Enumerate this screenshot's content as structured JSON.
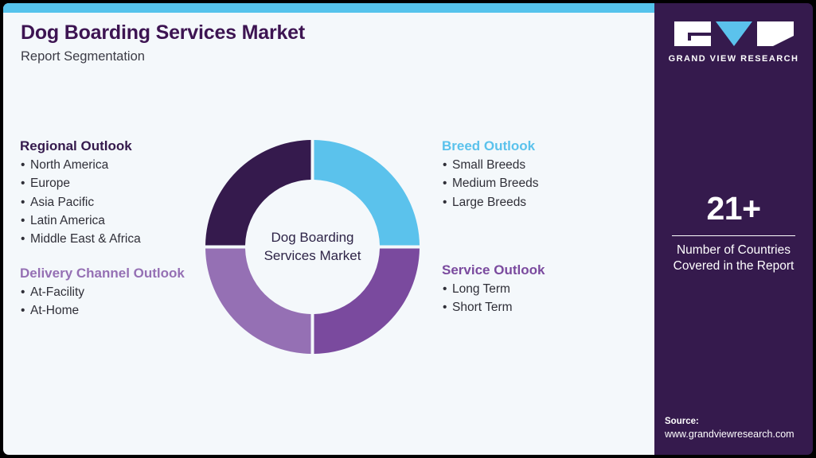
{
  "header": {
    "title": "Dog Boarding Services Market",
    "subtitle": "Report Segmentation"
  },
  "donut": {
    "center_line1": "Dog Boarding",
    "center_line2": "Services Market"
  },
  "segments": {
    "left": [
      {
        "heading": "Regional Outlook",
        "heading_color": "#351a4d",
        "items": [
          "North America",
          "Europe",
          "Asia Pacific",
          "Latin America",
          "Middle East & Africa"
        ]
      },
      {
        "heading": "Delivery Channel Outlook",
        "heading_color": "#9570b4",
        "items": [
          "At-Facility",
          "At-Home"
        ]
      }
    ],
    "right": [
      {
        "heading": "Breed Outlook",
        "heading_color": "#5bc2ec",
        "items": [
          "Small Breeds",
          "Medium Breeds",
          "Large Breeds"
        ]
      },
      {
        "heading": "Service Outlook",
        "heading_color": "#7a4a9e",
        "items": [
          "Long Term",
          "Short Term"
        ]
      }
    ]
  },
  "brand": {
    "logo_letters": [
      "G",
      "V",
      "R"
    ],
    "wordmark": "GRAND VIEW RESEARCH"
  },
  "stat": {
    "value": "21+",
    "label_line1": "Number of Countries",
    "label_line2": "Covered in the Report"
  },
  "source": {
    "label": "Source:",
    "url": "www.grandviewresearch.com"
  },
  "colors": {
    "accent_blue": "#55c3ec",
    "panel_purple": "#351a4d",
    "donut_light_blue": "#5bc2ec",
    "donut_purple": "#7a4a9e",
    "donut_med_purple": "#9570b4",
    "donut_dark_purple": "#351a4d",
    "panel_background": "#f4f8fb"
  },
  "chart_data": {
    "type": "pie",
    "title": "Dog Boarding Services Market",
    "subtitle": "Report Segmentation",
    "categories": [
      "Breed Outlook",
      "Service Outlook",
      "Delivery Channel Outlook",
      "Regional Outlook"
    ],
    "values": [
      25,
      25,
      25,
      25
    ],
    "colors": [
      "#5bc2ec",
      "#7a4a9e",
      "#9570b4",
      "#351a4d"
    ],
    "donut": true,
    "legend": "none",
    "annotations": [
      "Dog Boarding Services Market"
    ]
  }
}
